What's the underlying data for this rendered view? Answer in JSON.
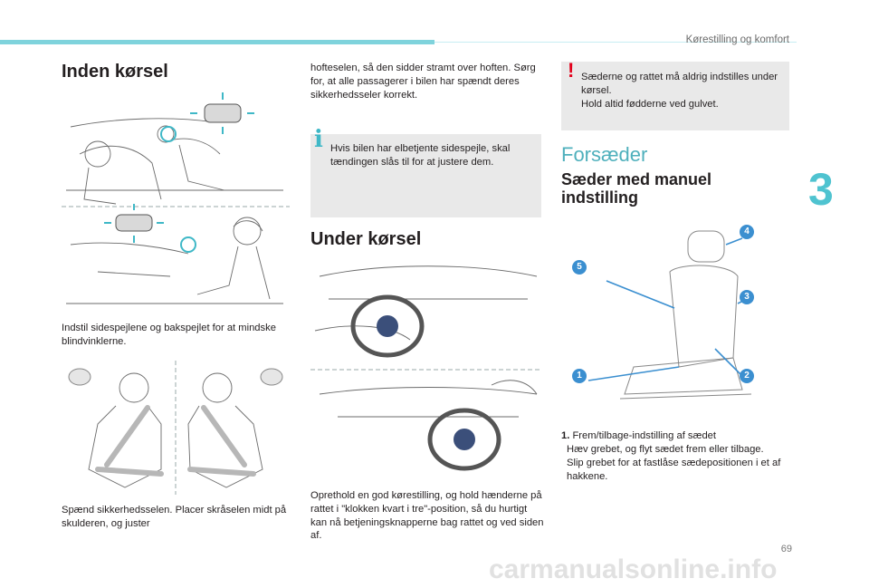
{
  "header": {
    "chapter_title": "Kørestilling og komfort",
    "chapter_number": "3",
    "page_number": "69"
  },
  "col1": {
    "heading": "Inden kørsel",
    "caption_mirrors": "Indstil sidespejlene og bakspejlet for at mindske blindvinklerne.",
    "caption_belt": "Spænd sikkerhedsselen. Placer skråselen midt på skulderen, og juster"
  },
  "col2": {
    "cont_text": "hofteselen, så den sidder stramt over hoften. Sørg for, at alle passagerer i bilen har spændt deres sikkerhedsseler korrekt.",
    "info_note": "Hvis bilen har elbetjente sidespejle, skal tændingen slås til for at justere dem.",
    "heading": "Under kørsel",
    "caption_wheel": "Oprethold en god kørestilling, og hold hænderne på rattet i \"klokken kvart i tre\"-position, så du hurtigt kan nå betjeningsknapperne bag rattet og ved siden af."
  },
  "col3": {
    "warn_line1": "Sæderne og rattet må aldrig indstilles under kørsel.",
    "warn_line2": "Hold altid fødderne ved gulvet.",
    "section_title": "Forsæder",
    "subheading": "Sæder med manuel indstilling",
    "item1_num": "1.",
    "item1_title": "Frem/tilbage-indstilling af sædet",
    "bullet_marker": "",
    "bullet1": "Hæv grebet, og flyt sædet frem eller tilbage.",
    "bullet2": "Slip grebet for at fastlåse sædepositionen i et af hakkene."
  },
  "seat_badges": [
    "1",
    "2",
    "3",
    "4",
    "5"
  ],
  "colors": {
    "accent": "#4fc3d0",
    "badge": "#3b8fd0",
    "warning": "#e3001b",
    "note_bg": "#e9e9e9"
  },
  "watermark": "carmanualsonline.info"
}
